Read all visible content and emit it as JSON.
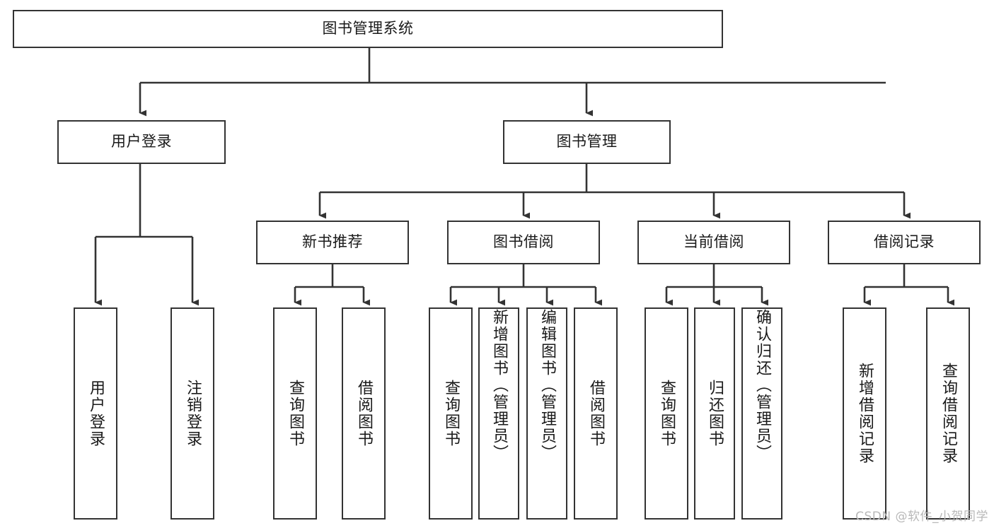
{
  "diagram": {
    "type": "tree",
    "title": "图书管理系统",
    "watermark": "CSDN @软件_小贺同学",
    "edge_color": "#333333",
    "node_border_color": "#333333",
    "node_fill_color": "#ffffff",
    "text_color": "#1a1a1a",
    "nodes": {
      "root": {
        "label": "图书管理系统"
      },
      "l1": [
        {
          "key": "user_login",
          "label": "用户登录"
        },
        {
          "key": "book_manage",
          "label": "图书管理"
        }
      ],
      "l2": [
        {
          "key": "new_book_rec",
          "label": "新书推荐"
        },
        {
          "key": "book_borrow",
          "label": "图书借阅"
        },
        {
          "key": "current_borrow",
          "label": "当前借阅"
        },
        {
          "key": "borrow_record",
          "label": "借阅记录"
        }
      ],
      "leaves": {
        "user_login": [
          {
            "key": "leaf_user_login",
            "label": "用户登录"
          },
          {
            "key": "leaf_user_logout",
            "label": "注销登录"
          }
        ],
        "new_book_rec": [
          {
            "key": "leaf_query_book_1",
            "label": "查询图书"
          },
          {
            "key": "leaf_borrow_book_1",
            "label": "借阅图书"
          }
        ],
        "book_borrow": [
          {
            "key": "leaf_query_book_2",
            "label": "查询图书"
          },
          {
            "key": "leaf_add_book",
            "label": "新增图书（管理员）"
          },
          {
            "key": "leaf_edit_book",
            "label": "编辑图书（管理员）"
          },
          {
            "key": "leaf_borrow_book_2",
            "label": "借阅图书"
          }
        ],
        "current_borrow": [
          {
            "key": "leaf_query_book_3",
            "label": "查询图书"
          },
          {
            "key": "leaf_return_book",
            "label": "归还图书"
          },
          {
            "key": "leaf_confirm_return",
            "label": "确认归还（管理员）"
          }
        ],
        "borrow_record": [
          {
            "key": "leaf_add_record",
            "label": "新增借阅记录"
          },
          {
            "key": "leaf_query_record",
            "label": "查询借阅记录"
          }
        ]
      }
    }
  }
}
